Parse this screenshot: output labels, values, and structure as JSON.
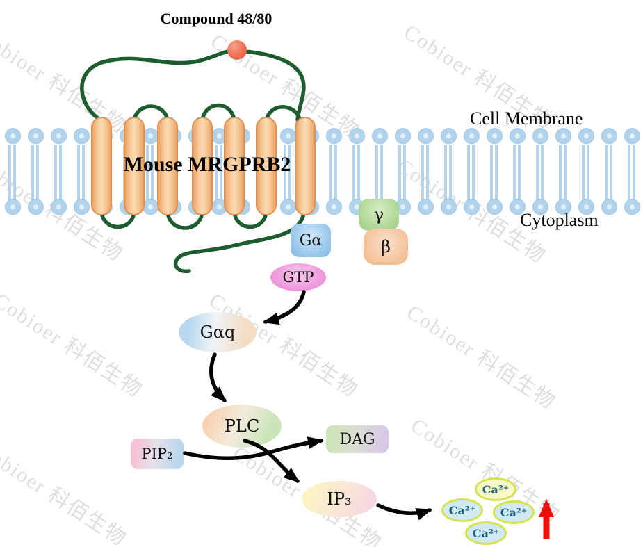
{
  "diagram": {
    "compound_label": "Compound 48/80",
    "membrane_label": "Cell Membrane",
    "receptor_label": "Mouse MRGPRB2",
    "cytoplasm_label": "Cytoplasm"
  },
  "molecules": {
    "g_alpha": "Gα",
    "gtp": "GTP",
    "gamma": "γ",
    "beta": "β",
    "g_alpha_q": "Gαq",
    "plc": "PLC",
    "pip2": "PIP₂",
    "dag": "DAG",
    "ip3": "IP₃",
    "calcium": "Ca²⁺"
  },
  "watermark": {
    "text": "Cobioer 科佰生物"
  },
  "colors": {
    "loop-green": "#1d5c2f",
    "arrow-black": "#000000",
    "arrow-red": "#ef0e0e",
    "ligand-red": "#ec6a4e",
    "membrane-blue": "#b2d3ec",
    "helix-orange": "#f7cb9b"
  }
}
